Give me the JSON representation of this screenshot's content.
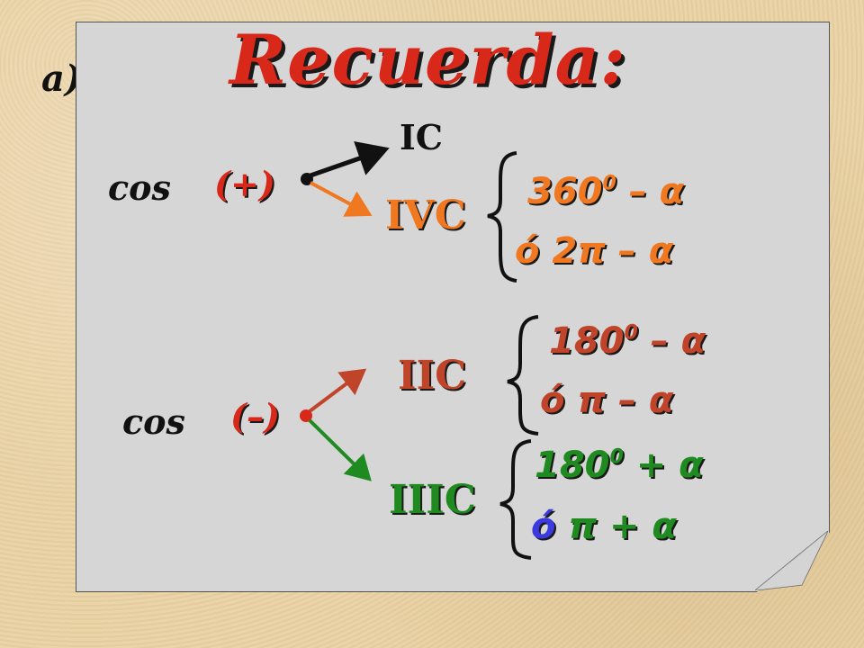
{
  "background_letter": "a)",
  "title": "Recuerda:",
  "colors": {
    "title": "#d8281a",
    "orange": "#f07820",
    "brown": "#c0442a",
    "green": "#1f8a1f",
    "blue": "#3a3ae0"
  },
  "positive": {
    "label": "cos",
    "sign": "(+)",
    "quadrants": [
      "IC",
      "IVC"
    ],
    "formula_line1": {
      "base": "360",
      "exp": "0",
      "tail": " – α"
    },
    "formula_line2": "ó 2π – α"
  },
  "negative": {
    "label": "cos",
    "sign": "(–)",
    "q2": {
      "name": "IIC",
      "formula_line1": {
        "base": "180",
        "exp": "0",
        "tail": " – α"
      },
      "formula_line2": "ó π – α"
    },
    "q3": {
      "name": "IIIC",
      "formula_line1": {
        "base": "180",
        "exp": "0",
        "tail": " + α"
      },
      "formula_line2_prefix": "ó",
      "formula_line2_rest": " π + α"
    }
  }
}
